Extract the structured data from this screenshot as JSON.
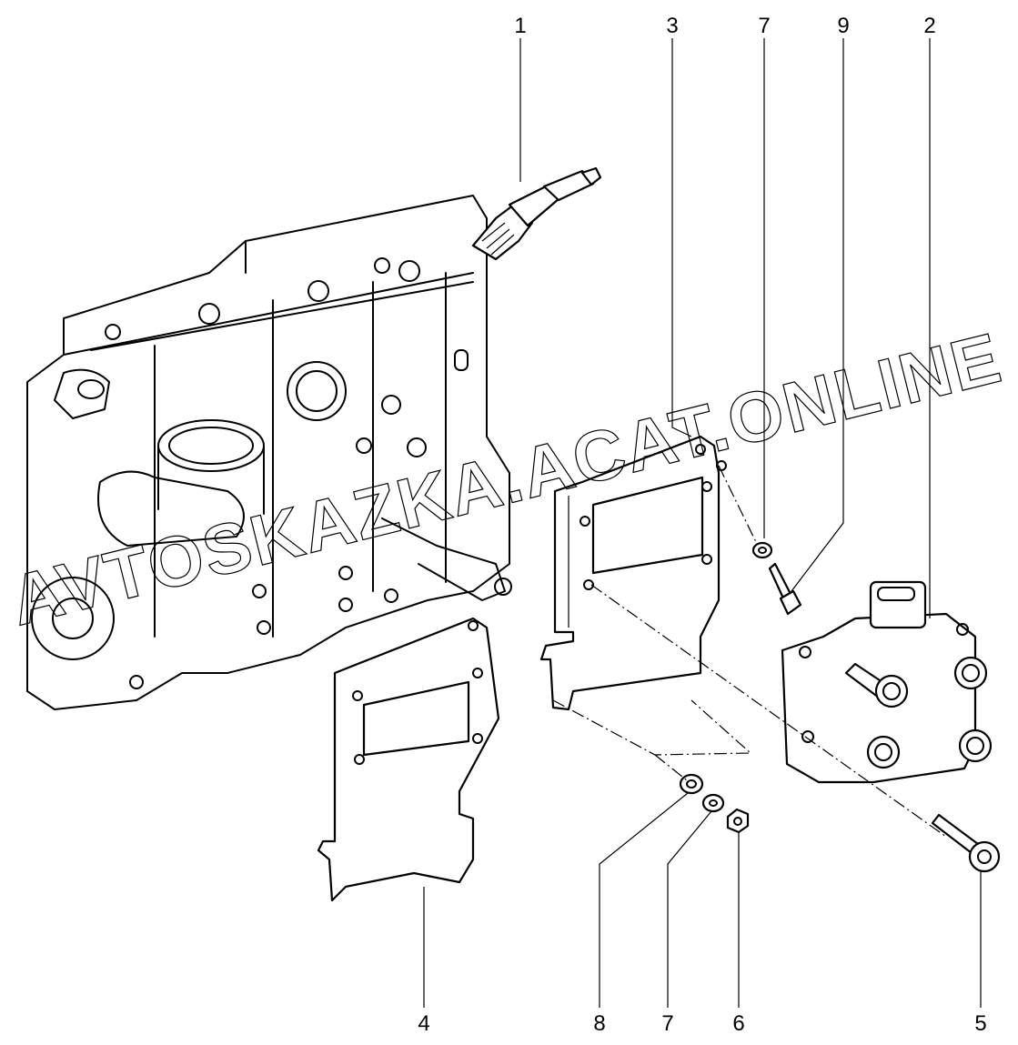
{
  "diagram": {
    "callouts": [
      {
        "id": "1",
        "part": "spark-plug"
      },
      {
        "id": "3",
        "part": "bracket-upper"
      },
      {
        "id": "7",
        "part": "washer-top"
      },
      {
        "id": "9",
        "part": "bolt"
      },
      {
        "id": "2",
        "part": "ignition-coil"
      },
      {
        "id": "4",
        "part": "bracket-lower"
      },
      {
        "id": "8",
        "part": "washer-large"
      },
      {
        "id": "7",
        "part": "washer-bottom"
      },
      {
        "id": "6",
        "part": "nut"
      },
      {
        "id": "5",
        "part": "coil-bolt"
      }
    ],
    "watermark": "AVTOSKAZKA.ACAT.ONLINE",
    "line_color": "#000000",
    "background": "#ffffff"
  }
}
